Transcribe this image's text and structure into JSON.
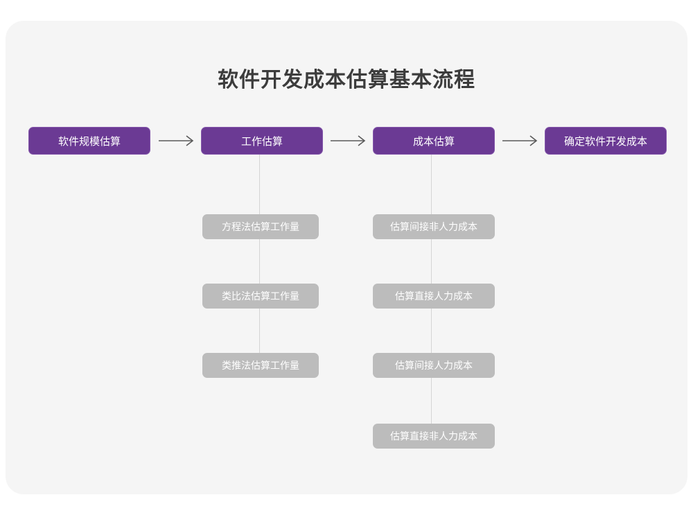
{
  "diagram": {
    "title": "软件开发成本估算基本流程",
    "type": "flowchart",
    "colors": {
      "canvas_background": "#f5f5f5",
      "page_background": "#ffffff",
      "stage_fill": "#6b3a94",
      "stage_border": "#8457ab",
      "stage_text": "#ffffff",
      "substep_fill": "#bcbcbc",
      "substep_text": "#ffffff",
      "connector_line": "#d4d4d4",
      "arrow": "#5a5a5a",
      "title_text": "#3c3c3c"
    },
    "stages": [
      {
        "label": "软件规模估算",
        "substeps": []
      },
      {
        "label": "工作估算",
        "substeps": [
          {
            "label": "方程法估算工作量"
          },
          {
            "label": "类比法估算工作量"
          },
          {
            "label": "类推法估算工作量"
          }
        ]
      },
      {
        "label": "成本估算",
        "substeps": [
          {
            "label": "估算间接非人力成本"
          },
          {
            "label": "估算直接人力成本"
          },
          {
            "label": "估算间接人力成本"
          },
          {
            "label": "估算直接非人力成本"
          }
        ]
      },
      {
        "label": "确定软件开发成本",
        "substeps": []
      }
    ],
    "arrows": [
      {
        "name": "arrow-stage-1-to-2",
        "direction": "right"
      },
      {
        "name": "arrow-stage-2-to-3",
        "direction": "right"
      },
      {
        "name": "arrow-stage-3-to-4",
        "direction": "right"
      }
    ]
  }
}
